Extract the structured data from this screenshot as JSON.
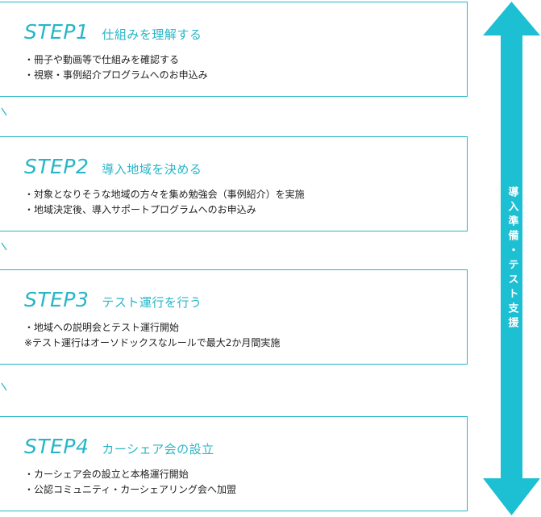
{
  "steps": [
    {
      "number": "STEP1",
      "title": "仕組みを理解する",
      "lines": [
        "・冊子や動画等で仕組みを確認する",
        "・視察・事例紹介プログラムへのお申込み"
      ]
    },
    {
      "number": "STEP2",
      "title": "導入地域を決める",
      "lines": [
        "・対象となりそうな地域の方々を集め勉強会（事例紹介）を実施",
        "・地域決定後、導入サポートプログラムへのお申込み"
      ]
    },
    {
      "number": "STEP3",
      "title": "テスト運行を行う",
      "lines": [
        "・地域への説明会とテスト運行開始",
        "※テスト運行はオーソドックスなルールで最大2か月間実施"
      ]
    },
    {
      "number": "STEP4",
      "title": "カーシェア会の設立",
      "lines": [
        "・カーシェア会の設立と本格運行開始",
        "・公認コミュニティ・カーシェアリング会へ加盟"
      ]
    }
  ],
  "side_arrow": {
    "label": "導入準備・テスト支援",
    "color": "#1dbfd3"
  },
  "accent_color": "#26b6c8"
}
